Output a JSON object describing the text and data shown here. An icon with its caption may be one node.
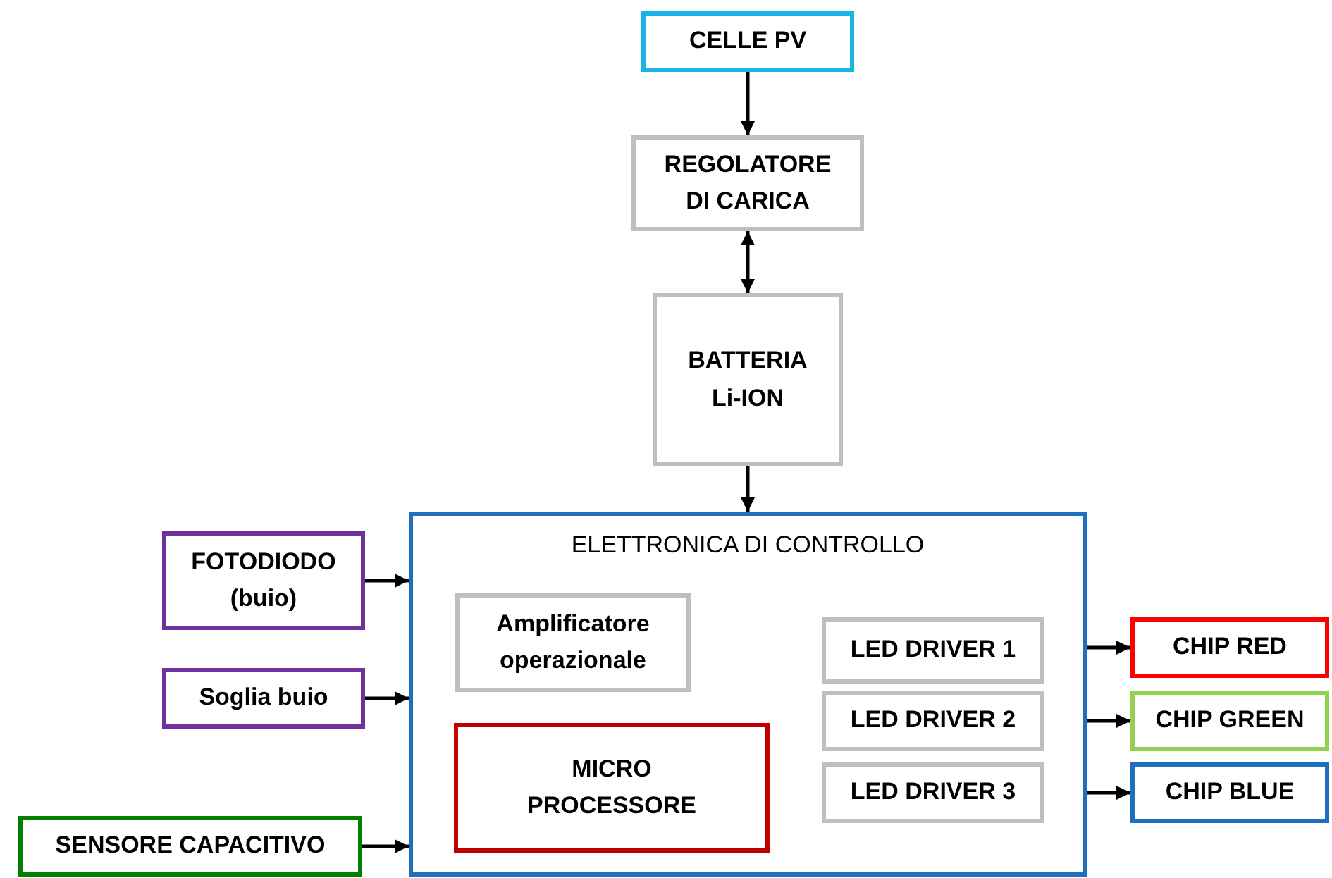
{
  "diagram": {
    "nodes": [
      {
        "text": [
          "CELLE PV"
        ]
      },
      {
        "text": [
          "REGOLATORE DI CARICA"
        ]
      },
      {
        "text": [
          "BATTERIA Li-ION"
        ]
      },
      {
        "text": [
          "ELETTRONICA DI CONTROLLO"
        ]
      },
      {
        "text": [
          "Amplificatore operazionale"
        ],
        "in": 3
      },
      {
        "text": [
          "MICRO PROCESSORE"
        ],
        "in": 3
      },
      {
        "text": [
          "LED DRIVER 1"
        ],
        "in": 3
      },
      {
        "text": [
          "LED DRIVER 2"
        ],
        "in": 3
      },
      {
        "text": [
          "LED DRIVER 3"
        ],
        "in": 3
      },
      {
        "text": [
          "FOTODIODO (buio)"
        ]
      },
      {
        "text": [
          "Soglia buio"
        ]
      },
      {
        "text": [
          "SENSORE CAPACITIVO"
        ]
      },
      {
        "text": [
          "CHIP RED"
        ]
      },
      {
        "text": [
          "CHIP GREEN"
        ]
      },
      {
        "text": [
          "CHIP BLUE"
        ]
      }
    ],
    "edges": [
      {
        "from": 0,
        "to": 1,
        "arrow": "to"
      },
      {
        "from": 1,
        "to": 2,
        "arrow": "both"
      },
      {
        "from": 2,
        "to": 3,
        "arrow": "to"
      },
      {
        "from": 9,
        "to": 3,
        "arrow": "to"
      },
      {
        "from": 10,
        "to": 3,
        "arrow": "to"
      },
      {
        "from": 11,
        "to": 3,
        "arrow": "to"
      },
      {
        "from": 3,
        "to": 12,
        "arrow": "to"
      },
      {
        "from": 3,
        "to": 13,
        "arrow": "to"
      },
      {
        "from": 3,
        "to": 14,
        "arrow": "to"
      }
    ]
  }
}
